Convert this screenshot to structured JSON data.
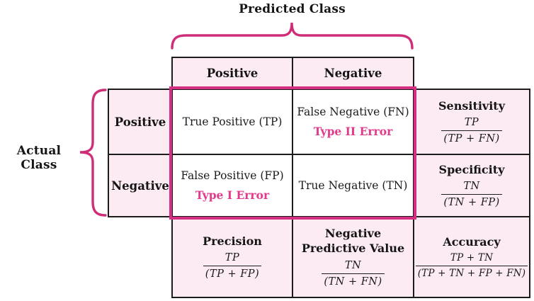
{
  "titles": {
    "predicted_class": "Predicted Class",
    "actual_class": "Actual Class"
  },
  "predicted_headers": {
    "positive": "Positive",
    "negative": "Negative"
  },
  "actual_headers": {
    "positive": "Positive",
    "negative": "Negative"
  },
  "cells": {
    "tp": "True Positive (TP)",
    "fn": "False Negative (FN)",
    "fn_error": "Type II Error",
    "fp": "False Positive (FP)",
    "fp_error": "Type I Error",
    "tn": "True Negative (TN)"
  },
  "metrics": {
    "sensitivity": {
      "title": "Sensitivity",
      "numerator": "TP",
      "denominator": "(TP + FN)"
    },
    "specificity": {
      "title": "Specificity",
      "numerator": "TN",
      "denominator": "(TN + FP)"
    },
    "precision": {
      "title": "Precision",
      "numerator": "TP",
      "denominator": "(TP + FP)"
    },
    "negative_predictive_value": {
      "title": "Negative Predictive Value",
      "numerator": "TN",
      "denominator": "(TN + FN)"
    },
    "accuracy": {
      "title": "Accuracy",
      "numerator": "TP + TN",
      "denominator": "(TP + TN + FP + FN)"
    }
  },
  "colors": {
    "accent_brace": "#d02d78",
    "matrix_border": "#d42f80",
    "error_text": "#e23a8c",
    "cell_background": "#fcebf3",
    "grid_border": "#1c1c1c"
  }
}
